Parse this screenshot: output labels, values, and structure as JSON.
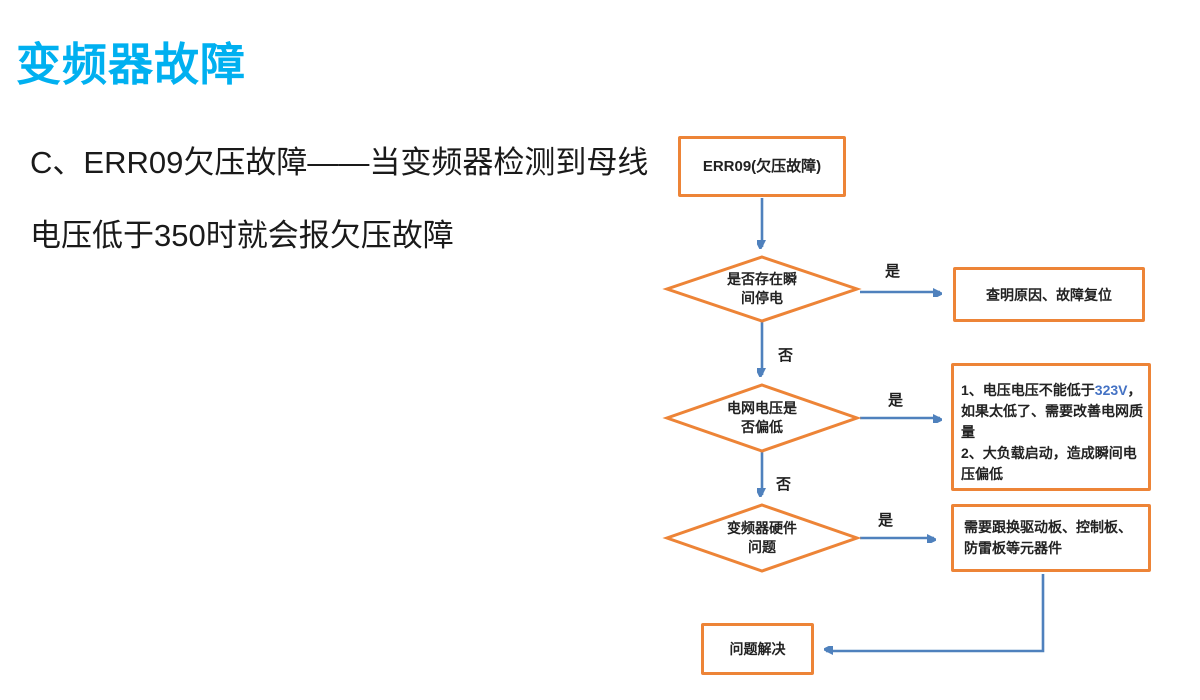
{
  "page": {
    "title": "变频器故障",
    "intro_line1": "C、ERR09欠压故障——当变频器检测到母线",
    "intro_line2": "电压低于350时就会报欠压故障"
  },
  "flowchart": {
    "start": "ERR09(欠压故障)",
    "label_yes": "是",
    "label_no": "否",
    "decision1": "是否存在瞬\n间停电",
    "decision1_yes_action": "查明原因、故障复位",
    "decision2": "电网电压是\n否偏低",
    "decision2_yes_action": {
      "item1_prefix": "1、电压电压不能低于",
      "item1_highlight": "323V",
      "item1_suffix": "，如果太低了、需要改善电网质量",
      "item2": "2、大负载启动，造成瞬间电压偏低"
    },
    "decision3": "变频器硬件\n问题",
    "decision3_yes_action": "需要跟换驱动板、控制板、\n防雷板等元器件",
    "end": "问题解决"
  },
  "colors": {
    "title": "#00B0F0",
    "shape_border": "#ED8437",
    "arrow": "#4F81BD",
    "highlight_text": "#4472C4"
  }
}
